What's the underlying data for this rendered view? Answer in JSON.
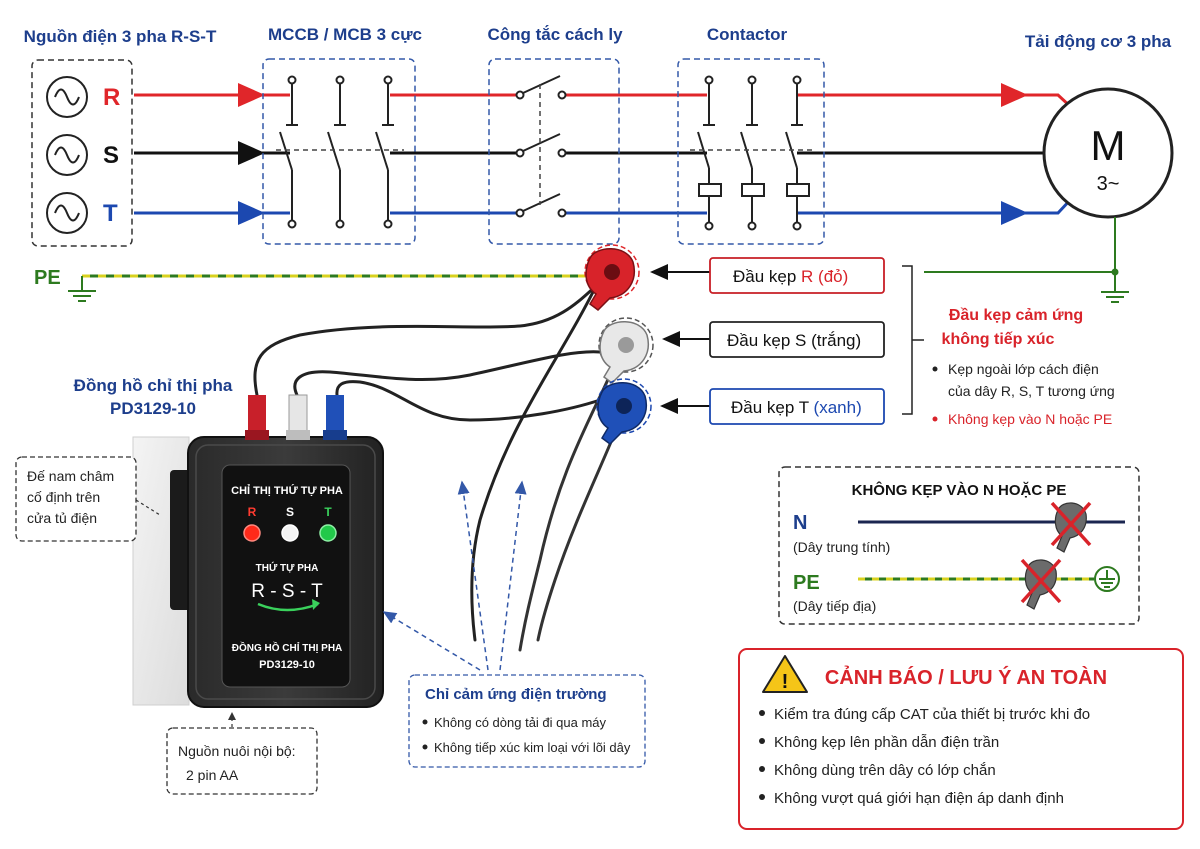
{
  "titles": {
    "source": "Nguồn điện 3 pha R-S-T",
    "breaker": "MCCB / MCB 3 cực",
    "isolator": "Công tắc cách ly",
    "contactor": "Contactor",
    "motor": "Tải động cơ 3 pha"
  },
  "phases": [
    "R",
    "S",
    "T"
  ],
  "pe_label": "PE",
  "motor": {
    "symbol": "M",
    "sub": "3~"
  },
  "meter": {
    "caption_line1": "Đồng hồ chỉ thị pha",
    "caption_line2": "PD3129-10",
    "panel_title": "CHỈ THỊ THỨ TỰ PHA",
    "leds": [
      "R",
      "S",
      "T"
    ],
    "seq_title": "THỨ TỰ PHA",
    "sequence": "R - S - T",
    "footer_line1": "ĐỒNG HỒ CHỈ THỊ PHA",
    "footer_line2": "PD3129-10"
  },
  "clamps": {
    "r_prefix": "Đầu kẹp ",
    "r_phase": "R (đỏ)",
    "s_label": "Đầu kẹp S (trắng)",
    "t_prefix": "Đầu kẹp T ",
    "t_color": "(xanh)"
  },
  "clamp_note": {
    "title_line1": "Đầu kẹp cảm ứng",
    "title_line2": "không tiếp xúc",
    "bullet1_line1": "Kẹp ngoài lớp cách điện",
    "bullet1_line2": "của dây R, S, T tương ứng",
    "bullet2": "Không kẹp vào N hoặc PE"
  },
  "magnet_note": [
    "Đế nam châm",
    "cố định trên",
    "cửa tủ điện"
  ],
  "power_note": [
    "Nguồn nuôi nội bộ:",
    "2 pin AA"
  ],
  "field_note": {
    "title": "Chỉ cảm ứng điện trường",
    "items": [
      "Không có dòng tải đi qua máy",
      "Không tiếp xúc kim loại với lõi dây"
    ]
  },
  "no_clamp": {
    "title": "KHÔNG KẸP VÀO N HOẶC PE",
    "n_label": "N",
    "n_desc": "(Dây trung tính)",
    "pe_label": "PE",
    "pe_desc": "(Dây tiếp địa)"
  },
  "warning": {
    "title": "CẢNH BÁO / LƯU Ý AN TOÀN",
    "items": [
      "Kiểm tra đúng cấp CAT của thiết bị trước khi đo",
      "Không kẹp lên phần dẫn điện trần",
      "Không dùng trên dây có lớp chắn",
      "Không vượt quá giới hạn điện áp danh định"
    ]
  },
  "colors": {
    "title_blue": "#1d3e8c",
    "phase_r": "#e0262a",
    "phase_s": "#111111",
    "phase_t": "#1c48b0",
    "pe_green": "#2d7a1f",
    "pe_yellow": "#d9d21f",
    "warn_red": "#d9232a",
    "led_r": "#ff2a1a",
    "led_s": "#f4f4f4",
    "led_t": "#22c94a"
  }
}
